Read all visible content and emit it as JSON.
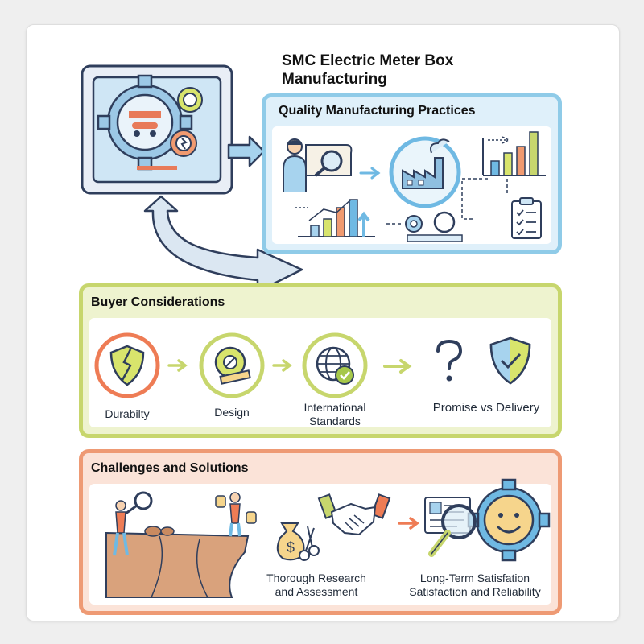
{
  "title": {
    "line1": "SMC Electric Meter Box",
    "line2": "Manufacturing"
  },
  "quality": {
    "heading": "Quality Manufacturing Practices"
  },
  "buyer": {
    "heading": "Buyer Considerations",
    "items": [
      {
        "label": "Durabilty",
        "icon": "cracked-shield-icon"
      },
      {
        "label": "Design",
        "icon": "gear-ruler-icon"
      },
      {
        "label_line1": "International",
        "label_line2": "Standards",
        "icon": "globe-check-icon"
      },
      {
        "label": "Promise vs Delivery",
        "icon": "question-shield-icon"
      }
    ]
  },
  "challenges": {
    "heading": "Challenges and Solutions",
    "items": [
      {
        "label_line1": "Thorough Research",
        "label_line2": "and Assessment"
      },
      {
        "label_line1": "Long-Term Satisfation",
        "label_line2": "Satisfaction and Reliability"
      }
    ]
  },
  "colors": {
    "blue": "#8fcbe8",
    "green": "#c7d66d",
    "orange": "#ee9a74",
    "navy": "#2f3e5c"
  }
}
